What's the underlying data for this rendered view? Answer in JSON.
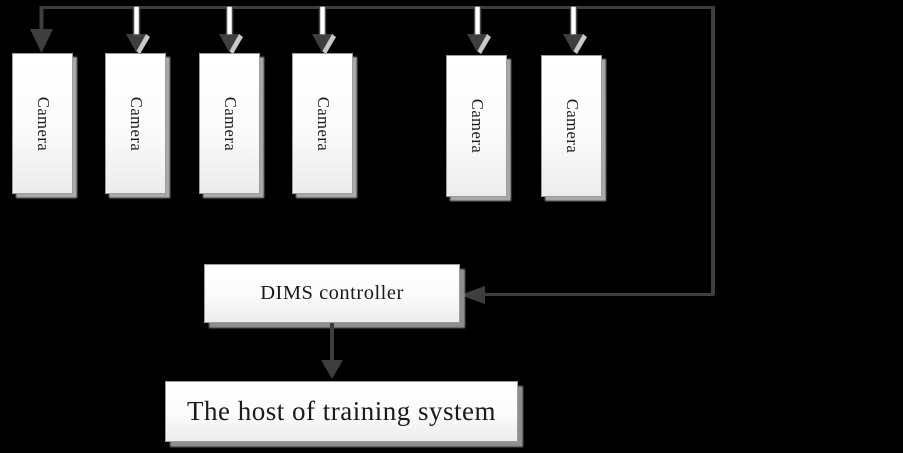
{
  "diagram": {
    "cameras": [
      {
        "label": "Camera"
      },
      {
        "label": "Camera"
      },
      {
        "label": "Camera"
      },
      {
        "label": "Camera"
      },
      {
        "label": "Camera"
      },
      {
        "label": "Camera"
      }
    ],
    "controller": {
      "label": "DIMS controller"
    },
    "host": {
      "label": "The host of training system"
    },
    "colors": {
      "background": "#000000",
      "connector": "#3e3e3e",
      "box_fill_top": "#ffffff",
      "box_fill_bottom": "#ececec",
      "box_border": "#9c9c9c",
      "box_shadow": "#a9a9a9",
      "text": "#1a1a1a"
    }
  }
}
